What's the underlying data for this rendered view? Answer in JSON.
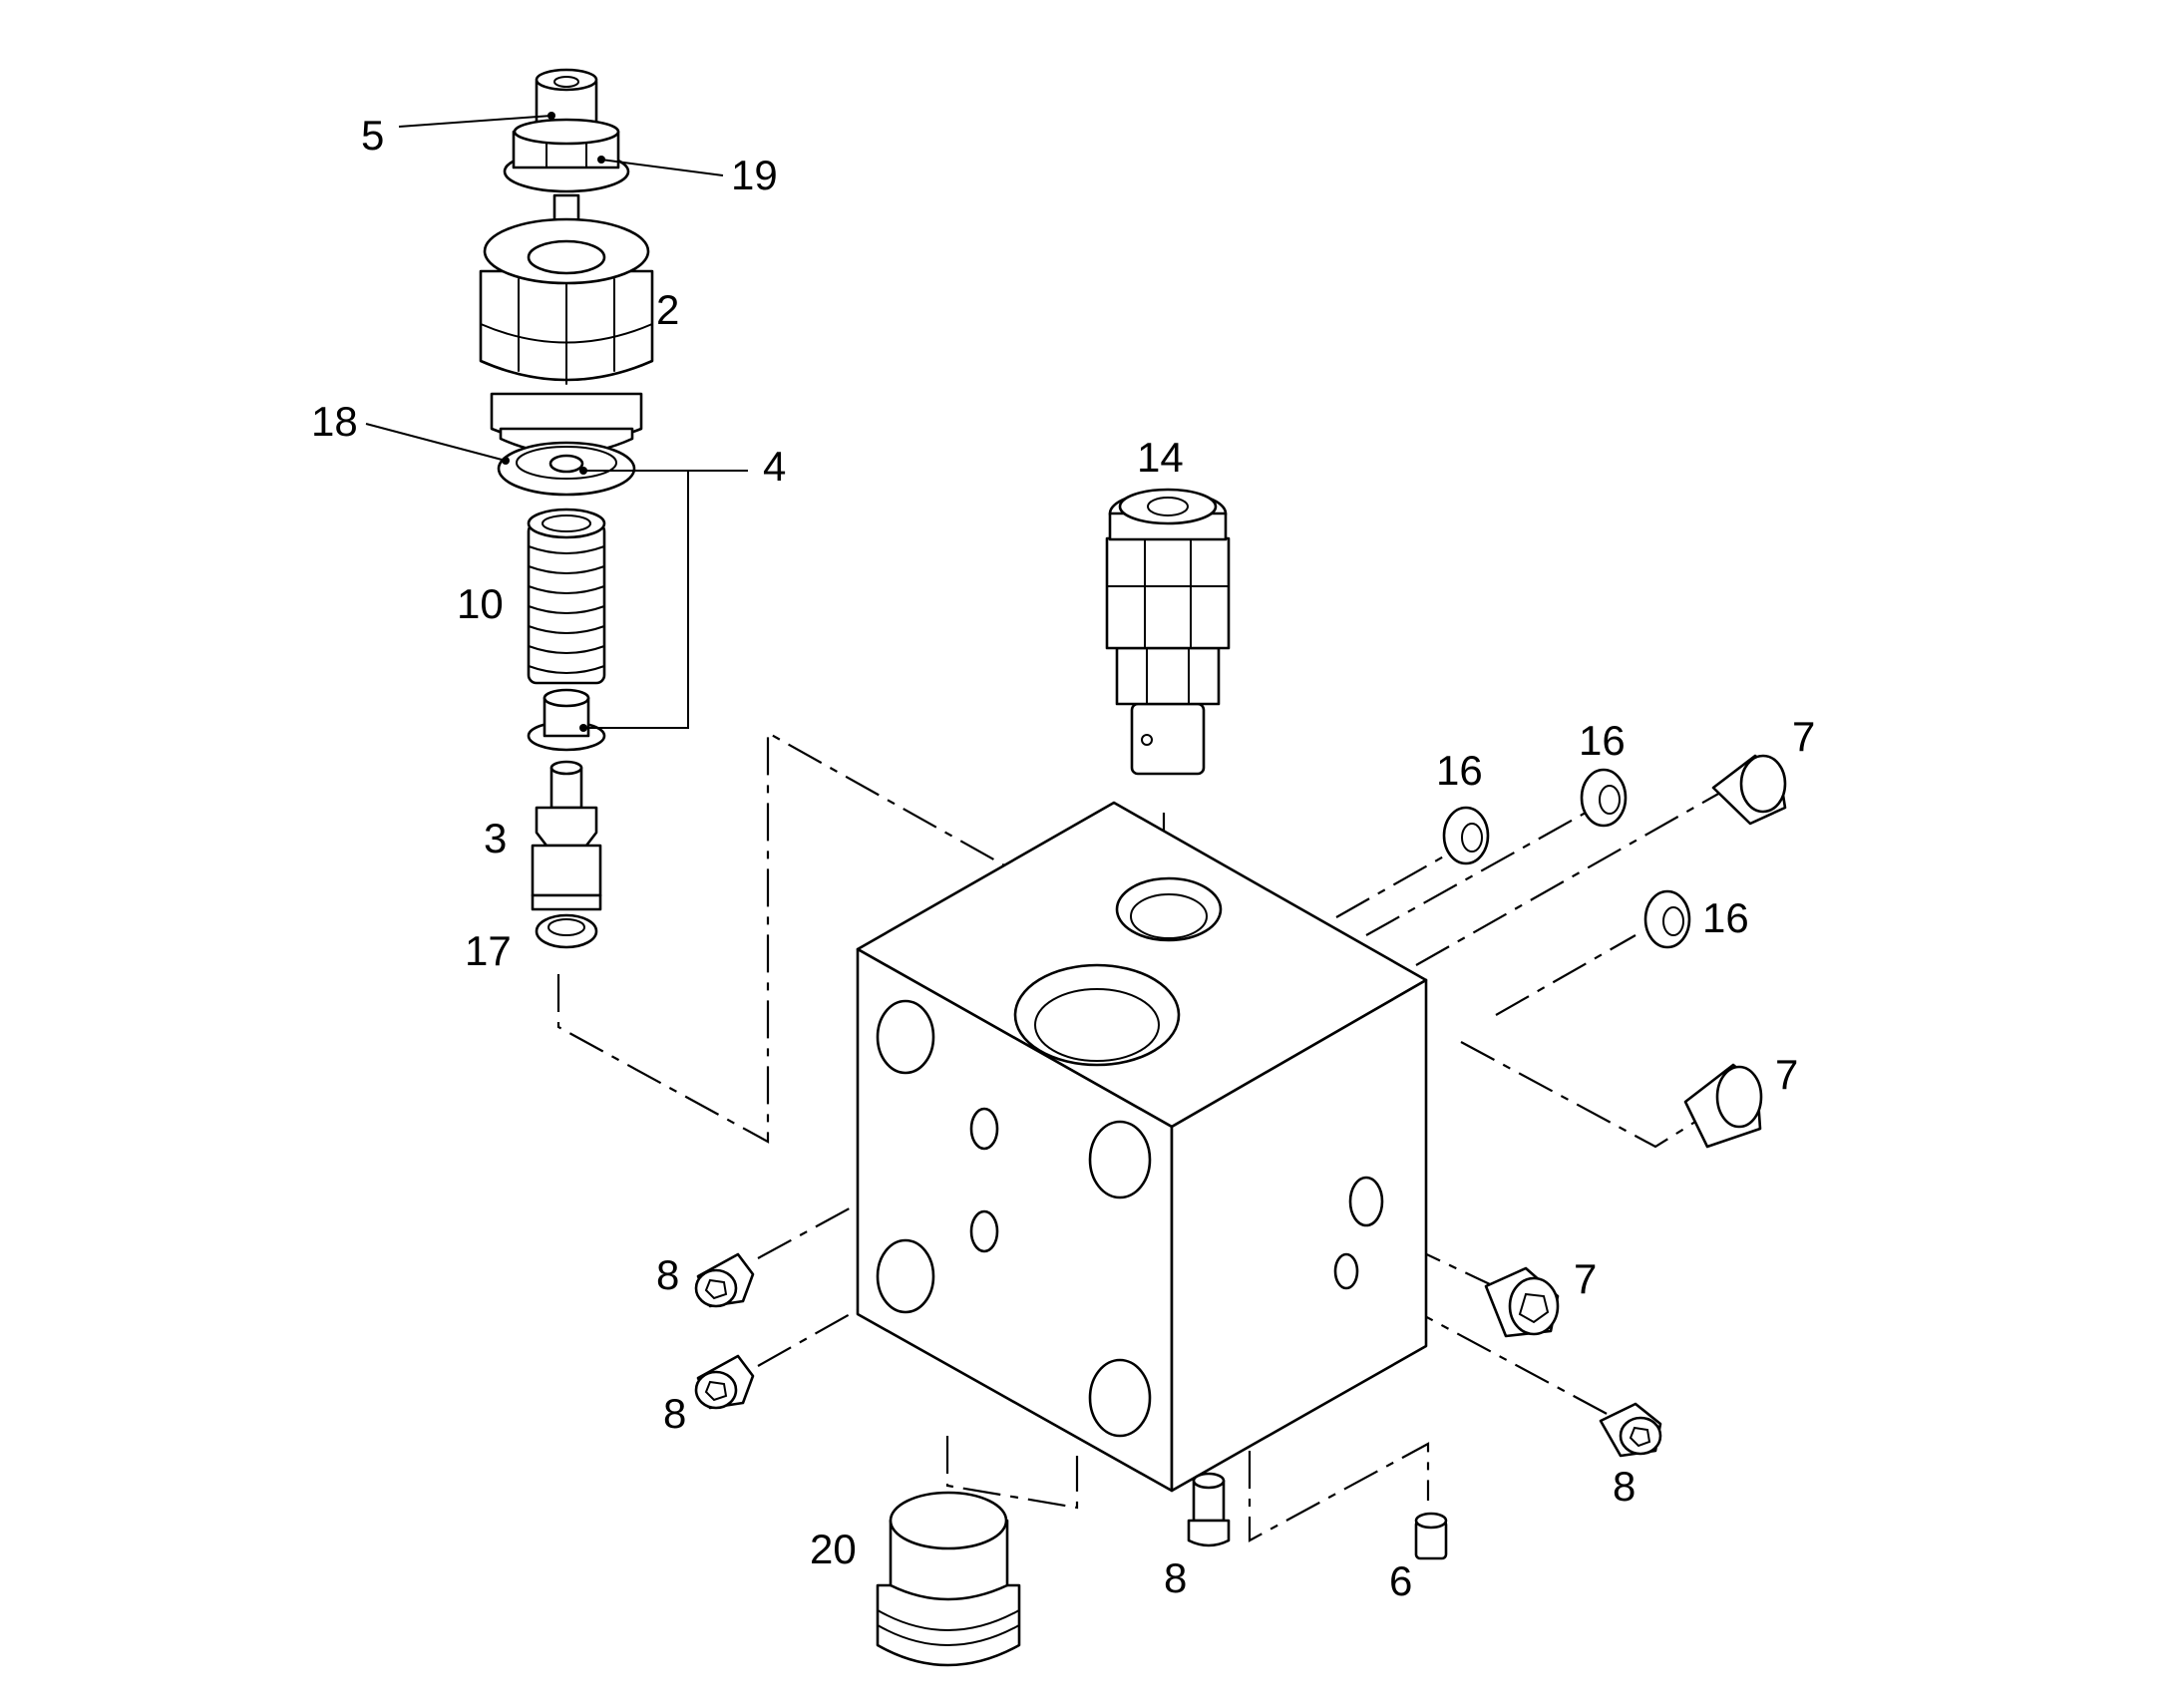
{
  "labels": {
    "p5": "5",
    "p19": "19",
    "p2": "2",
    "p18": "18",
    "p4": "4",
    "p10": "10",
    "p3": "3",
    "p17": "17",
    "p14": "14",
    "p16a": "16",
    "p16b": "16",
    "p16c": "16",
    "p7a": "7",
    "p7b": "7",
    "p7c": "7",
    "p8a": "8",
    "p8b": "8",
    "p8c": "8",
    "p8d": "8",
    "p20": "20",
    "p6": "6"
  },
  "colors": {
    "line": "#000000",
    "background": "#ffffff"
  }
}
